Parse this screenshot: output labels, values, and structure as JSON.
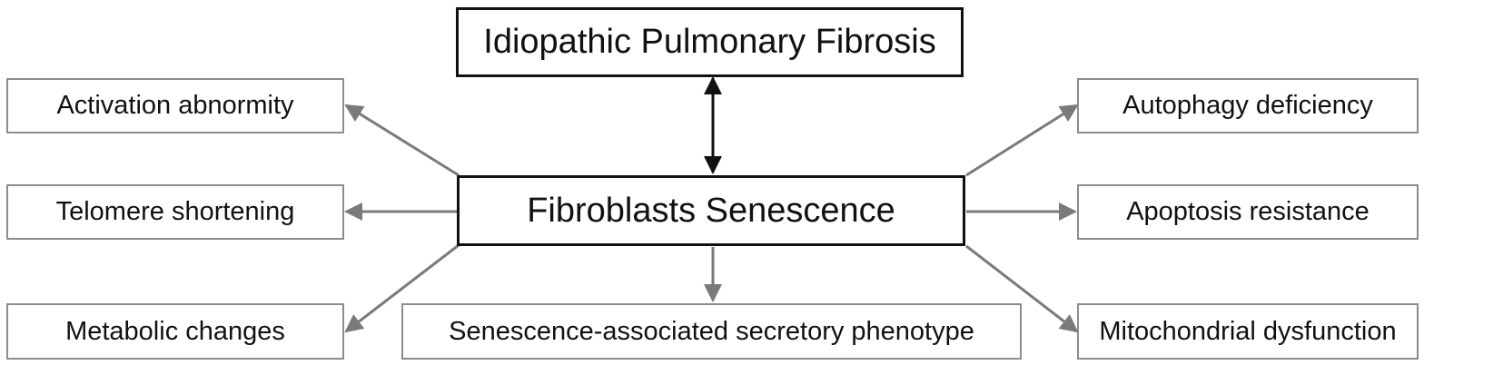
{
  "nodes": {
    "top": "Idiopathic Pulmonary Fibrosis",
    "center": "Fibroblasts Senescence",
    "activation": "Activation abnormity",
    "telomere": "Telomere shortening",
    "metabolic": "Metabolic changes",
    "sasp": "Senescence-associated secretory phenotype",
    "autophagy": "Autophagy deficiency",
    "apoptosis": "Apoptosis resistance",
    "mitochondrial": "Mitochondrial dysfunction"
  },
  "colors": {
    "main_border": "#111111",
    "side_border": "#8c8c8c",
    "arrow_gray": "#7a7a7a",
    "arrow_black": "#111111"
  }
}
